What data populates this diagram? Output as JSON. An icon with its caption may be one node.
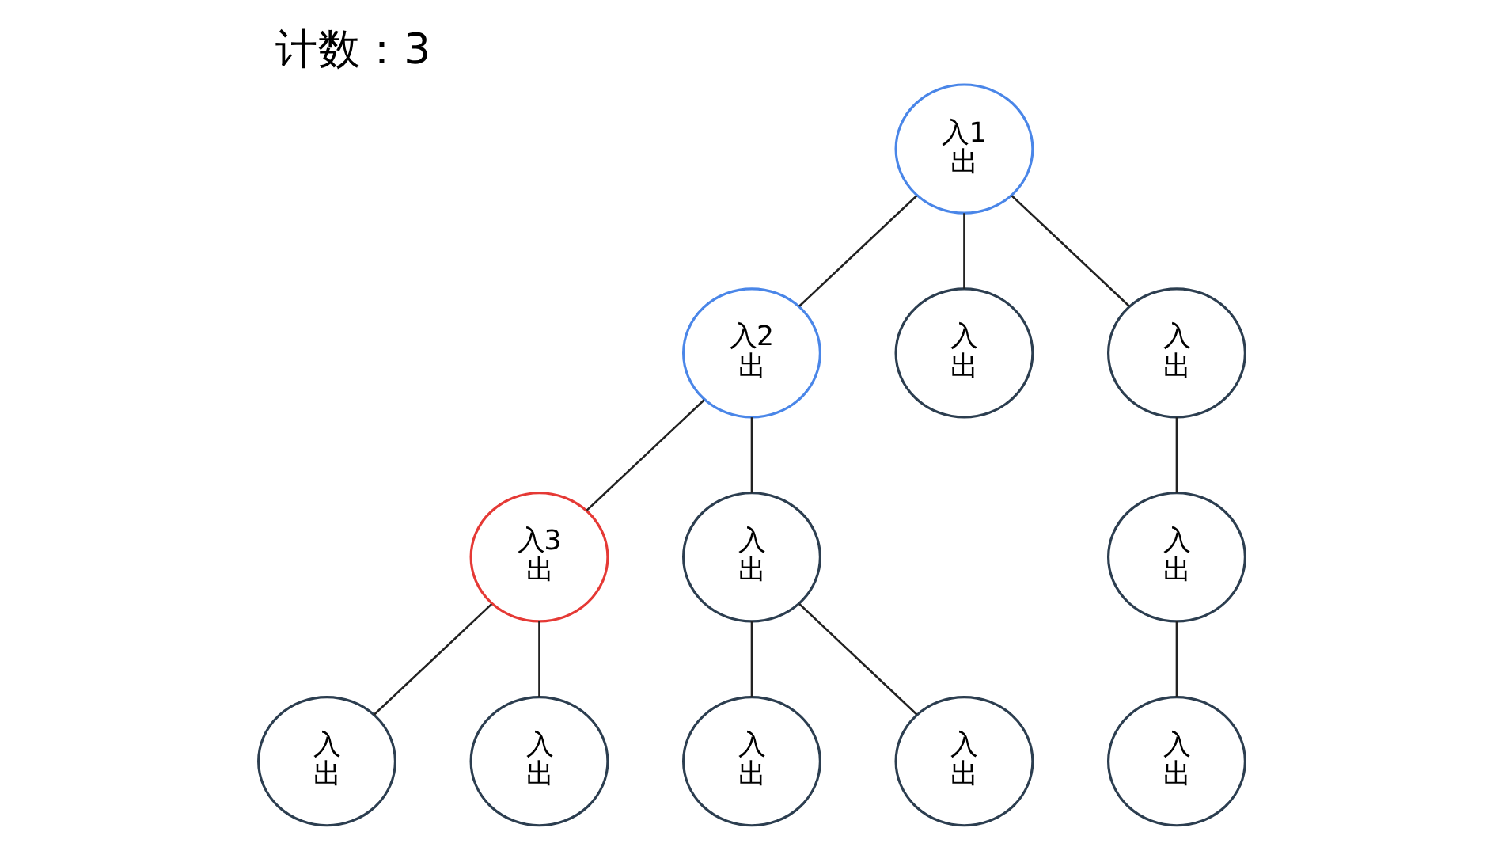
{
  "diagram": {
    "title": "计数：3",
    "nodes": [
      {
        "text": [
          "入1",
          "出"
        ]
      },
      {
        "text": [
          "入2",
          "出"
        ]
      },
      {
        "text": [
          "入",
          "出"
        ]
      },
      {
        "text": [
          "入",
          "出"
        ]
      },
      {
        "text": [
          "入3",
          "出"
        ]
      },
      {
        "text": [
          "入",
          "出"
        ]
      },
      {
        "text": [
          "入",
          "出"
        ]
      },
      {
        "text": [
          "入",
          "出"
        ]
      },
      {
        "text": [
          "入",
          "出"
        ]
      },
      {
        "text": [
          "入",
          "出"
        ]
      },
      {
        "text": [
          "入",
          "出"
        ]
      },
      {
        "text": [
          "入",
          "出"
        ]
      }
    ],
    "edges": [
      {
        "from": 0,
        "to": 1,
        "arrow": "none"
      },
      {
        "from": 0,
        "to": 2,
        "arrow": "none"
      },
      {
        "from": 0,
        "to": 3,
        "arrow": "none"
      },
      {
        "from": 1,
        "to": 4,
        "arrow": "none"
      },
      {
        "from": 1,
        "to": 5,
        "arrow": "none"
      },
      {
        "from": 3,
        "to": 6,
        "arrow": "none"
      },
      {
        "from": 4,
        "to": 7,
        "arrow": "none"
      },
      {
        "from": 4,
        "to": 8,
        "arrow": "none"
      },
      {
        "from": 5,
        "to": 9,
        "arrow": "none"
      },
      {
        "from": 5,
        "to": 10,
        "arrow": "none"
      },
      {
        "from": 6,
        "to": 11,
        "arrow": "none"
      }
    ]
  }
}
